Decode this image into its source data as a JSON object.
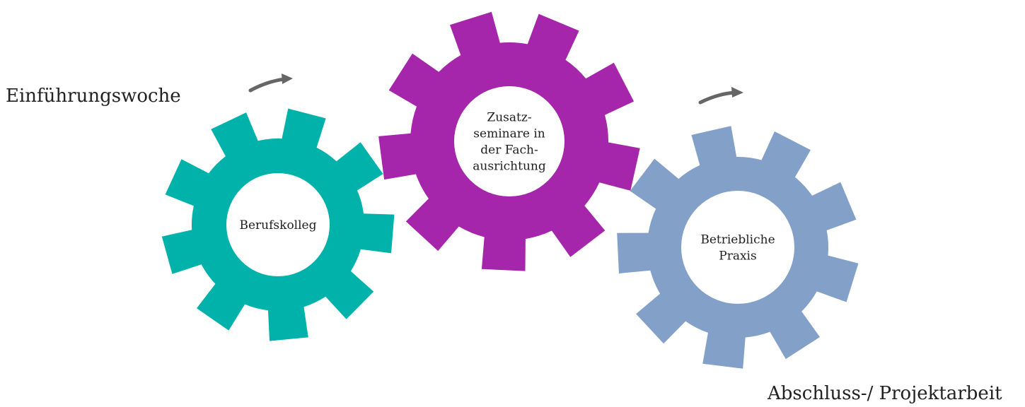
{
  "diagram": {
    "start_label": "Einführungswoche",
    "end_label": "Abschluss-/ Projektarbeit",
    "gears": [
      {
        "id": "berufskolleg",
        "lines": [
          "Berufskolleg"
        ],
        "color": "#00b2a9"
      },
      {
        "id": "zusatzseminare",
        "lines": [
          "Zusatz-",
          "seminare in",
          "der Fach-",
          "ausrichtung"
        ],
        "color": "#a526ab"
      },
      {
        "id": "praxis",
        "lines": [
          "Betriebliche",
          "Praxis"
        ],
        "color": "#82a0c8"
      }
    ],
    "arrow_color": "#666666"
  }
}
